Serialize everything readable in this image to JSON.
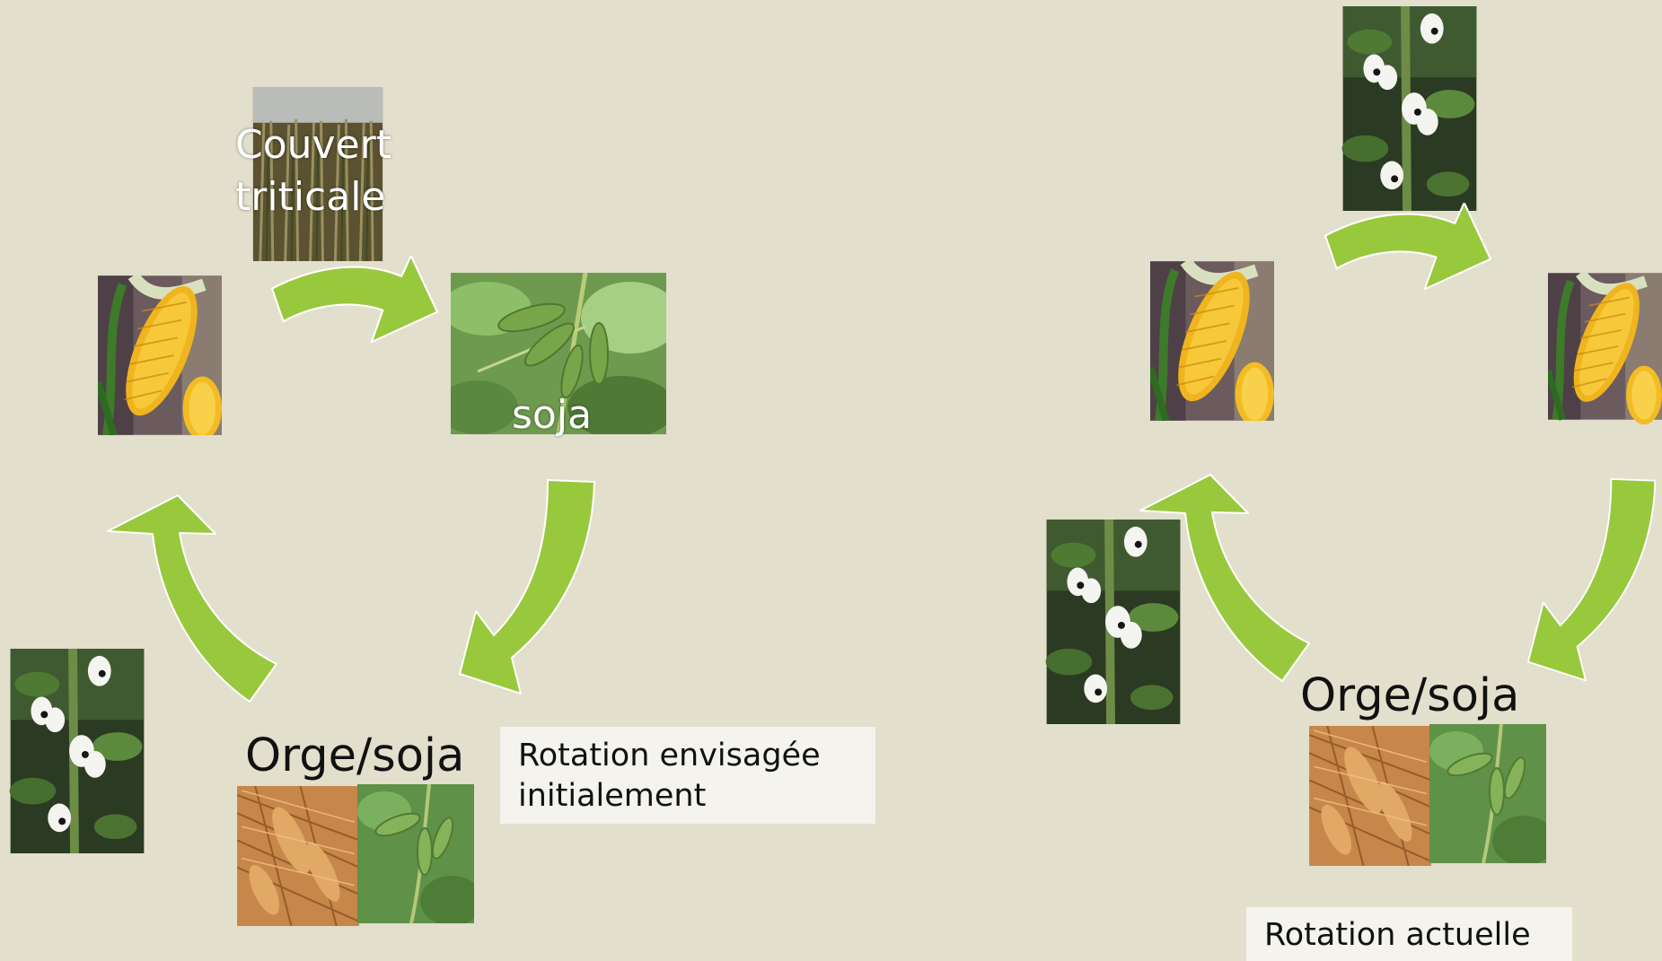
{
  "left_diagram": {
    "cover_label_line1": "Couvert",
    "cover_label_line2": "triticale",
    "soy_label": "soja",
    "barley_soy_label": "Orge/soja",
    "caption_line1": "Rotation envisagée",
    "caption_line2": "initialement"
  },
  "right_diagram": {
    "barley_soy_label": "Orge/soja",
    "caption": "Rotation actuelle"
  },
  "colors": {
    "background": "#e2dfcc",
    "arrow": "#98c93c",
    "caption_box": "#f4f3ee"
  }
}
